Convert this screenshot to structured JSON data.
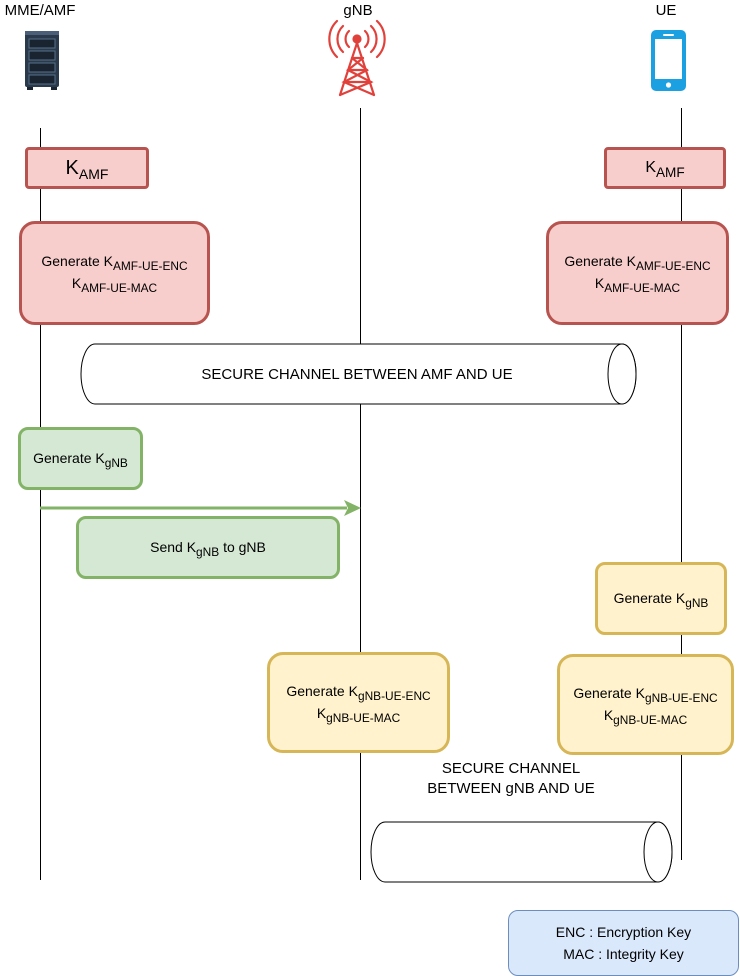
{
  "actors": {
    "amf": {
      "label": "MME/AMF",
      "icon": "server-rack-icon"
    },
    "gnb": {
      "label": "gNB",
      "icon": "cell-tower-icon"
    },
    "ue": {
      "label": "UE",
      "icon": "smartphone-icon"
    }
  },
  "boxes": {
    "amf_key": {
      "k": "K",
      "sub": "AMF"
    },
    "ue_key": {
      "k": "K",
      "sub": "AMF"
    },
    "amf_gen": {
      "prefix": "Generate K",
      "sub1": "AMF-UE-ENC",
      "k2": "K",
      "sub2": "AMF-UE-MAC"
    },
    "ue_gen": {
      "prefix": "Generate K",
      "sub1": "AMF-UE-ENC",
      "k2": "K",
      "sub2": "AMF-UE-MAC"
    },
    "amf_gen_kgnb": {
      "prefix": "Generate K",
      "sub": "gNB"
    },
    "send_kgnb": {
      "prefix": "Send K",
      "sub": "gNB",
      "suffix": " to gNB"
    },
    "ue_gen_kgnb": {
      "prefix": "Generate K",
      "sub": "gNB"
    },
    "gnb_gen": {
      "prefix": "Generate K",
      "sub1": "gNB-UE-ENC",
      "k2": "K",
      "sub2": "gNB-UE-MAC"
    },
    "ue_gen_gnb": {
      "prefix": "Generate K",
      "sub1": "gNB-UE-ENC",
      "k2": "K",
      "sub2": "gNB-UE-MAC"
    }
  },
  "channels": {
    "amf_ue": "SECURE CHANNEL BETWEEN AMF AND UE",
    "gnb_ue_line1": "SECURE CHANNEL",
    "gnb_ue_line2": "BETWEEN gNB AND UE"
  },
  "legend": {
    "line1": "ENC : Encryption Key",
    "line2": "MAC : Integrity Key"
  },
  "colors": {
    "red_fill": "#f8cecc",
    "red_stroke": "#b85450",
    "green_fill": "#d5e8d4",
    "green_stroke": "#82b366",
    "yellow_fill": "#fff2cc",
    "yellow_stroke": "#d6b656",
    "blue_fill": "#dae8fc",
    "blue_stroke": "#6c8ebf",
    "tower": "#e1413b",
    "phone": "#1ba1e2"
  }
}
